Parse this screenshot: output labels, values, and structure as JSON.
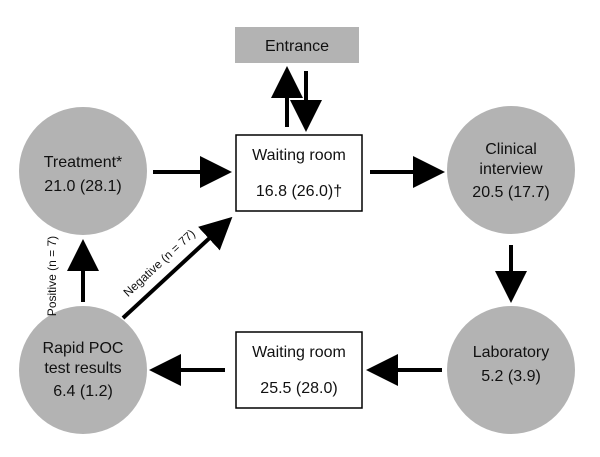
{
  "colors": {
    "circle_fill": "#b3b3b3",
    "entrance_fill": "#b3b3b3",
    "box_fill": "#ffffff",
    "stroke": "#000000",
    "text": "#111111"
  },
  "nodes": {
    "entrance": {
      "label": "Entrance"
    },
    "waiting_room_top": {
      "label": "Waiting room",
      "value": "16.8 (26.0)†"
    },
    "clinical_interview": {
      "label_line1": "Clinical",
      "label_line2": "interview",
      "value": "20.5 (17.7)"
    },
    "laboratory": {
      "label": "Laboratory",
      "value": "5.2 (3.9)"
    },
    "waiting_room_bottom": {
      "label": "Waiting room",
      "value": "25.5 (28.0)"
    },
    "rapid_poc": {
      "label_line1": "Rapid POC",
      "label_line2": "test results",
      "value": "6.4 (1.2)"
    },
    "treatment": {
      "label": "Treatment*",
      "value": "21.0 (28.1)"
    }
  },
  "edges": {
    "positive": {
      "label": "Positive (n = 7)"
    },
    "negative": {
      "label": "Negative (n = 77)"
    }
  }
}
